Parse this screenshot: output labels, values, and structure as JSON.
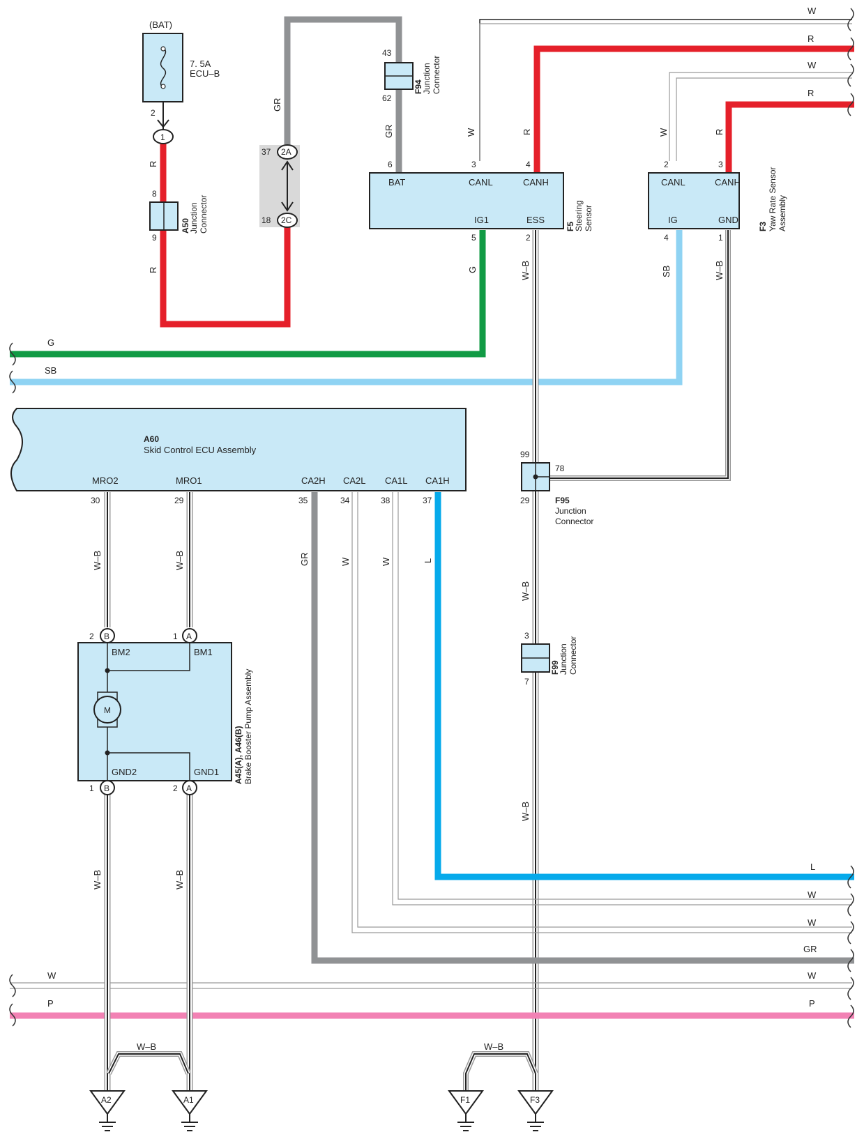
{
  "colors": {
    "R": "#e5202a",
    "GR": "#909294",
    "G": "#119b45",
    "SB": "#8fd3f3",
    "L": "#06aaeb",
    "P": "#f282b4",
    "box_fill": "#c9e9f7",
    "W_outline": "#9a9a9a",
    "WB_stripe": "#222222"
  },
  "fuse": {
    "source": "(BAT)",
    "rating": "7. 5A",
    "name": "ECU–B",
    "pin": "2"
  },
  "connector_a50": {
    "id": "A50",
    "name": "Junction Connector",
    "pin_top": "8",
    "pin_bottom": "9",
    "inline_pin": "1"
  },
  "connector_2a_2c": {
    "top": "2A",
    "bottom": "2C",
    "pin_top": "37",
    "pin_bottom": "18"
  },
  "connector_f94": {
    "id": "F94",
    "name": "Junction Connector",
    "pin_top": "43",
    "pin_bottom": "62"
  },
  "steering_sensor": {
    "id": "F5",
    "name": "Steering Sensor",
    "pins": {
      "BAT": "BAT",
      "CANL": "CANL",
      "CANH": "CANH",
      "IG1": "IG1",
      "ESS": "ESS"
    },
    "pin_numbers": {
      "BAT": "6",
      "CANL": "3",
      "CANH": "4",
      "IG1": "5",
      "ESS": "2"
    }
  },
  "yaw_sensor": {
    "id": "F3",
    "name": "Yaw Rate Sensor Assembly",
    "pins": {
      "CANL": "CANL",
      "CANH": "CANH",
      "IG": "IG",
      "GND": "GND"
    },
    "pin_numbers": {
      "CANL": "2",
      "CANH": "3",
      "IG": "4",
      "GND": "1"
    }
  },
  "ecu": {
    "id": "A60",
    "name": "Skid Control ECU Assembly",
    "pins": {
      "MRO2": "MRO2",
      "MRO1": "MRO1",
      "CA2H": "CA2H",
      "CA2L": "CA2L",
      "CA1L": "CA1L",
      "CA1H": "CA1H"
    },
    "pin_numbers": {
      "MRO2": "30",
      "MRO1": "29",
      "CA2H": "35",
      "CA2L": "34",
      "CA1L": "38",
      "CA1H": "37"
    }
  },
  "connector_f95": {
    "id": "F95",
    "name": "Junction Connector",
    "pin_top": "99",
    "pin_right": "78",
    "pin_bottom": "29"
  },
  "connector_f99": {
    "id": "F99",
    "name": "Junction Connector",
    "pin_top": "3",
    "pin_bottom": "7"
  },
  "pump": {
    "id": "A45(A), A46(B)",
    "name": "Brake Booster Pump Assembly",
    "motor": "M",
    "pins": {
      "BM2": "BM2",
      "BM1": "BM1",
      "GND2": "GND2",
      "GND1": "GND1"
    },
    "pin_numbers": {
      "BM2": "2",
      "BM1": "1",
      "GND2": "1",
      "GND1": "2"
    },
    "connector_letters": {
      "BM2": "B",
      "BM1": "A",
      "GND2": "B",
      "GND1": "A"
    }
  },
  "grounds": {
    "A2": "A2",
    "A1": "A1",
    "F1": "F1",
    "F3": "F3"
  },
  "wire_labels": {
    "R": "R",
    "GR": "GR",
    "W": "W",
    "G": "G",
    "SB": "SB",
    "WB": "W–B",
    "L": "L",
    "P": "P"
  }
}
